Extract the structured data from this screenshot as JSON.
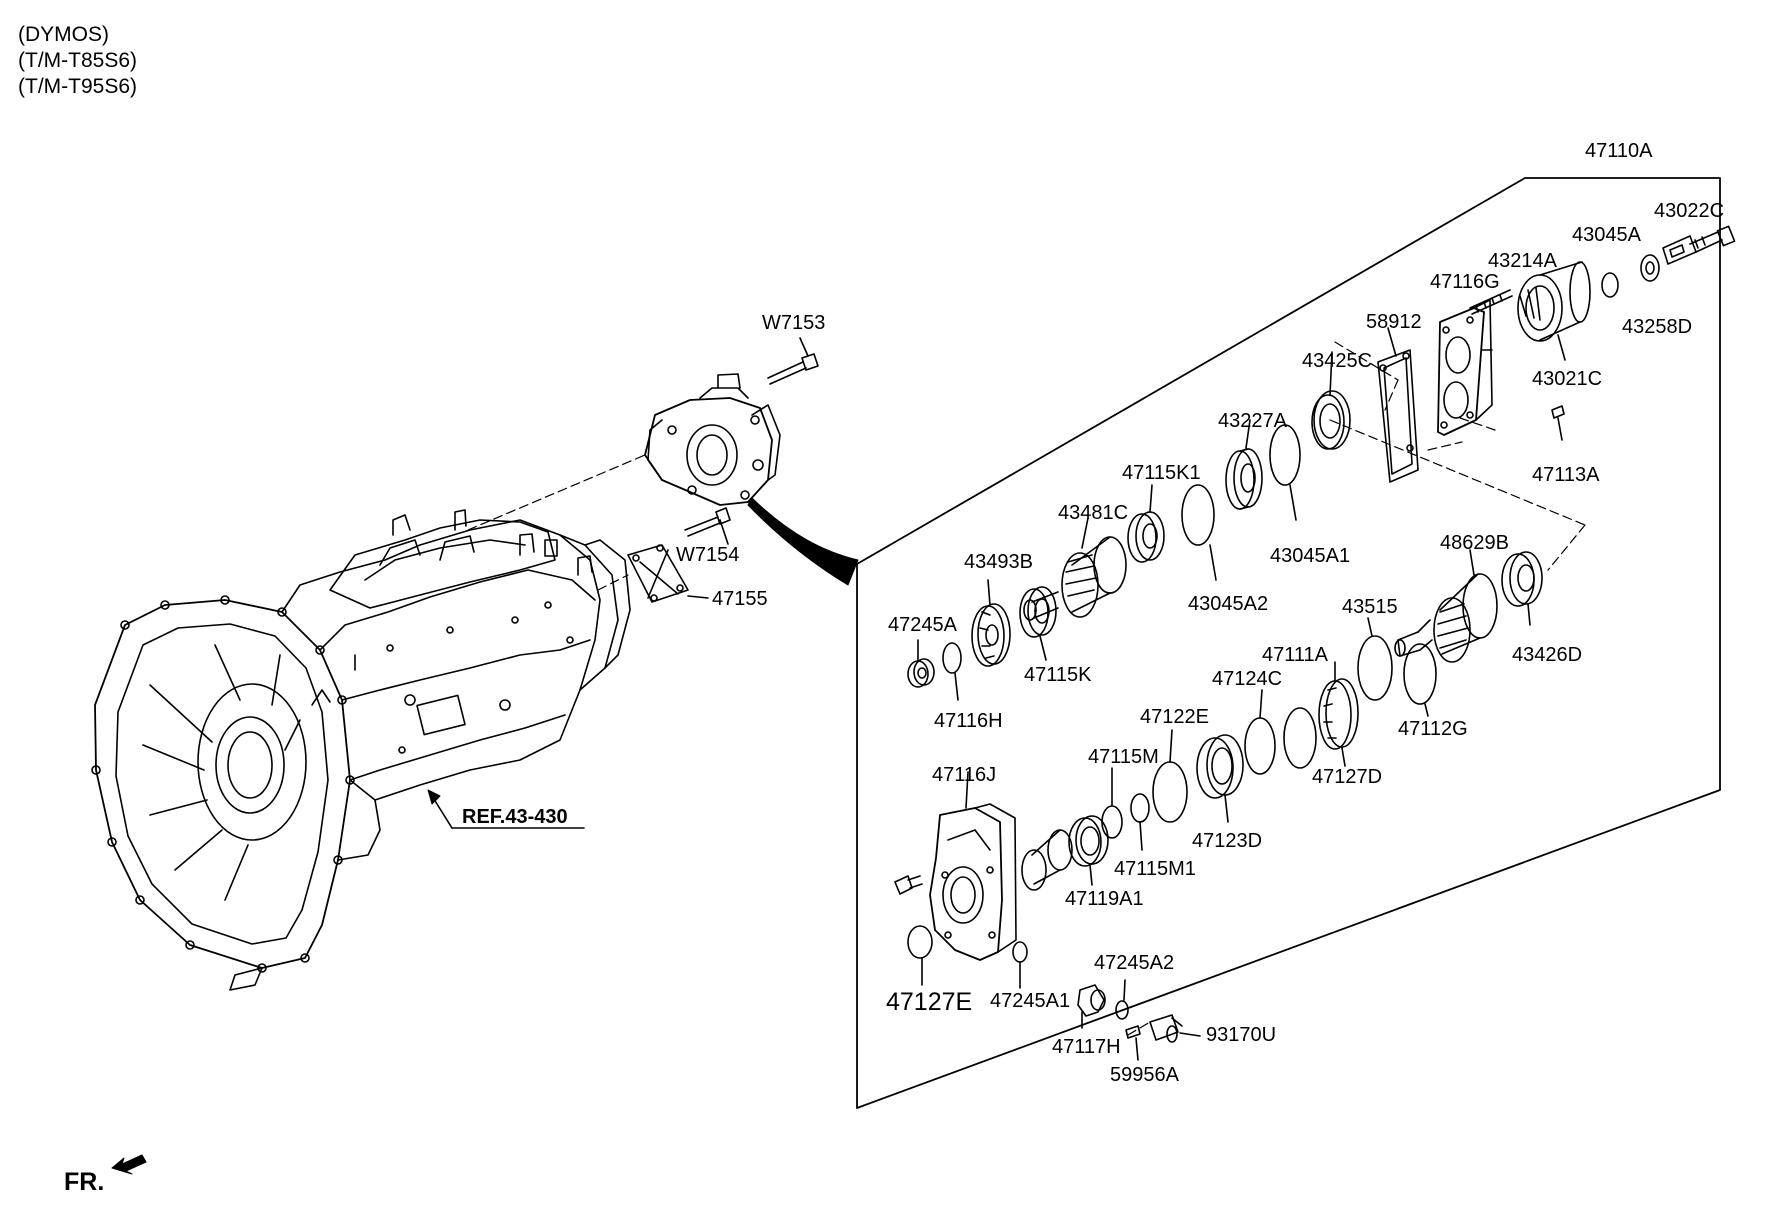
{
  "header": {
    "lines": [
      "(DYMOS)",
      "(T/M-T85S6)",
      "(T/M-T95S6)"
    ]
  },
  "front_indicator": "FR.",
  "reference_label": "REF.43-430",
  "part_labels": {
    "p47110A": "47110A",
    "p43022C": "43022C",
    "p43045A": "43045A",
    "p43214A": "43214A",
    "p47116G": "47116G",
    "p43258D": "43258D",
    "p58912": "58912",
    "p43021C": "43021C",
    "p43425C": "43425C",
    "p43227A": "43227A",
    "p47113A": "47113A",
    "p47115K1": "47115K1",
    "p43481C": "43481C",
    "p43045A1": "43045A1",
    "p43493B": "43493B",
    "p48629B": "48629B",
    "p43045A2": "43045A2",
    "p47245A": "47245A",
    "p47115K": "47115K",
    "p43515": "43515",
    "p43426D": "43426D",
    "p47111A": "47111A",
    "p47124C": "47124C",
    "p47116H": "47116H",
    "p47112G": "47112G",
    "p47122E": "47122E",
    "p47115M": "47115M",
    "p47127D": "47127D",
    "p47116J": "47116J",
    "p47123D": "47123D",
    "p47115M1": "47115M1",
    "p47119A1": "47119A1",
    "p47245A2": "47245A2",
    "p47127E": "47127E",
    "p47245A1": "47245A1",
    "p93170U": "93170U",
    "p47117H": "47117H",
    "p59956A": "59956A",
    "pW7153": "W7153",
    "pW7154": "W7154",
    "p47155": "47155"
  }
}
